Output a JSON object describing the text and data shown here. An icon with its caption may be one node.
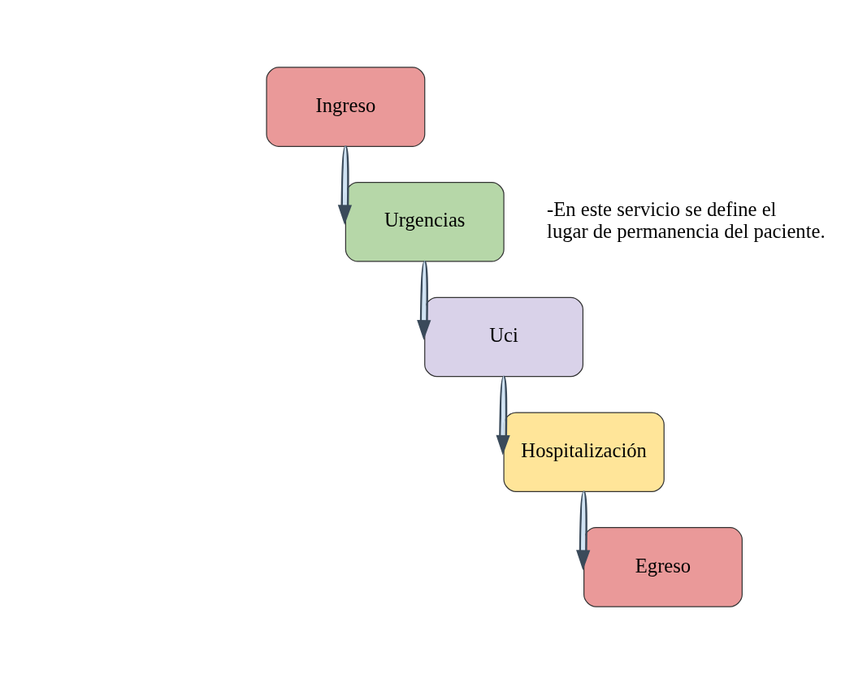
{
  "diagram": {
    "nodes": [
      {
        "text": [
          "Ingreso"
        ]
      },
      {
        "text": [
          "Urgencias"
        ],
        "beside": [
          "-En este servicio se define el lugar de permanencia del paciente."
        ]
      },
      {
        "text": [
          "Uci"
        ]
      },
      {
        "text": [
          "Hospitalización"
        ]
      },
      {
        "text": [
          "Egreso"
        ]
      }
    ],
    "edges": [
      {
        "from": 0,
        "to": 1,
        "arrow": "to"
      },
      {
        "from": 1,
        "to": 2,
        "arrow": "to"
      },
      {
        "from": 2,
        "to": 3,
        "arrow": "to"
      },
      {
        "from": 3,
        "to": 4,
        "arrow": "to"
      }
    ]
  }
}
